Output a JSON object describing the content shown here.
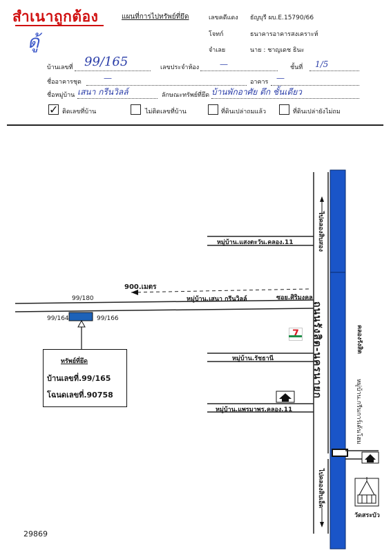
{
  "header": {
    "stamp_text": "สำเนาถูกต้อง",
    "signature": "ดู้",
    "form_title": "แผนที่การไปทรัพย์ที่ยึด",
    "case_label": "เลขคดีแดง",
    "case_value": "ธัญบุรี ผบ.E.15790/66",
    "plaintiff_label": "โจทก์",
    "plaintiff_value": "ธนาคารอาคารสงเคราะห์",
    "defendant_label": "จำเลย",
    "defendant_value": "นาย : ชาญเดช ธินะ",
    "house_no_label": "บ้านเลขที่",
    "house_no_value": "99/165",
    "room_label": "เลขประจำห้อง",
    "room_value": "—",
    "floor_label": "ชั้นที่",
    "floor_value": "1/5",
    "building_label": "ชื่ออาคารชุด",
    "building_value": "—",
    "building2_label": "อาคาร",
    "building2_value": "—",
    "village_label": "ชื่อหมู่บ้าน",
    "village_value": "เสนา กรีนวิลล์",
    "property_type_label": "ลักษณะทรัพย์ที่ยึด",
    "property_type_value": "บ้านพักอาศัย ตึก ชั้นเดียว",
    "checkboxes": [
      {
        "label": "ติดเลขที่บ้าน",
        "checked": true
      },
      {
        "label": "ไม่ติดเลขที่บ้าน",
        "checked": false
      },
      {
        "label": "ที่ดินเปล่าถมแล้ว",
        "checked": false
      },
      {
        "label": "ที่ดินเปล่ายังไม่ถม",
        "checked": false
      }
    ]
  },
  "map": {
    "left_road_label": "ไปคลองสิบสอง",
    "left_road_label_bottom": "ไปคลองสิบเอ็ด",
    "main_road_label": "ถนนรังสิต-นครนายก",
    "canal_label": "คลองรังสิต",
    "village_sangtawan": "หมู่บ้าน.แสงตะวัน.คลอง.11",
    "distance": "900.เมตร",
    "village_sena": "หมู่บ้าน.เสนา กรีนวิลล์",
    "soi_label": "ซอย.ศิริมงคล",
    "plot_left_top": "99/180",
    "plot_left": "99/164",
    "plot_right": "99/166",
    "village_ratchani": "หมู่บ้าน.รัชธานี",
    "village_praemaporn": "หมู่บ้าน.แพรมาพร.คลอง.11",
    "village_right": "หมู่บ้าน.กรีนการ์เด้นโฮม",
    "temple_label": "วัดสระบัว",
    "store_logo": "7",
    "property_box": {
      "title": "ทรัพย์ที่ยึด",
      "house_line": "บ้านเลขที่.99/165",
      "deed_line": "โฉนดเลขที่.90758"
    },
    "colors": {
      "canal": "#1a55c8",
      "plot": "#1d62b8"
    },
    "icons": [
      "house-icon",
      "store-icon",
      "temple-icon",
      "arrow-up-icon",
      "arrow-down-icon"
    ]
  },
  "footer": {
    "doc_number": "29869"
  }
}
